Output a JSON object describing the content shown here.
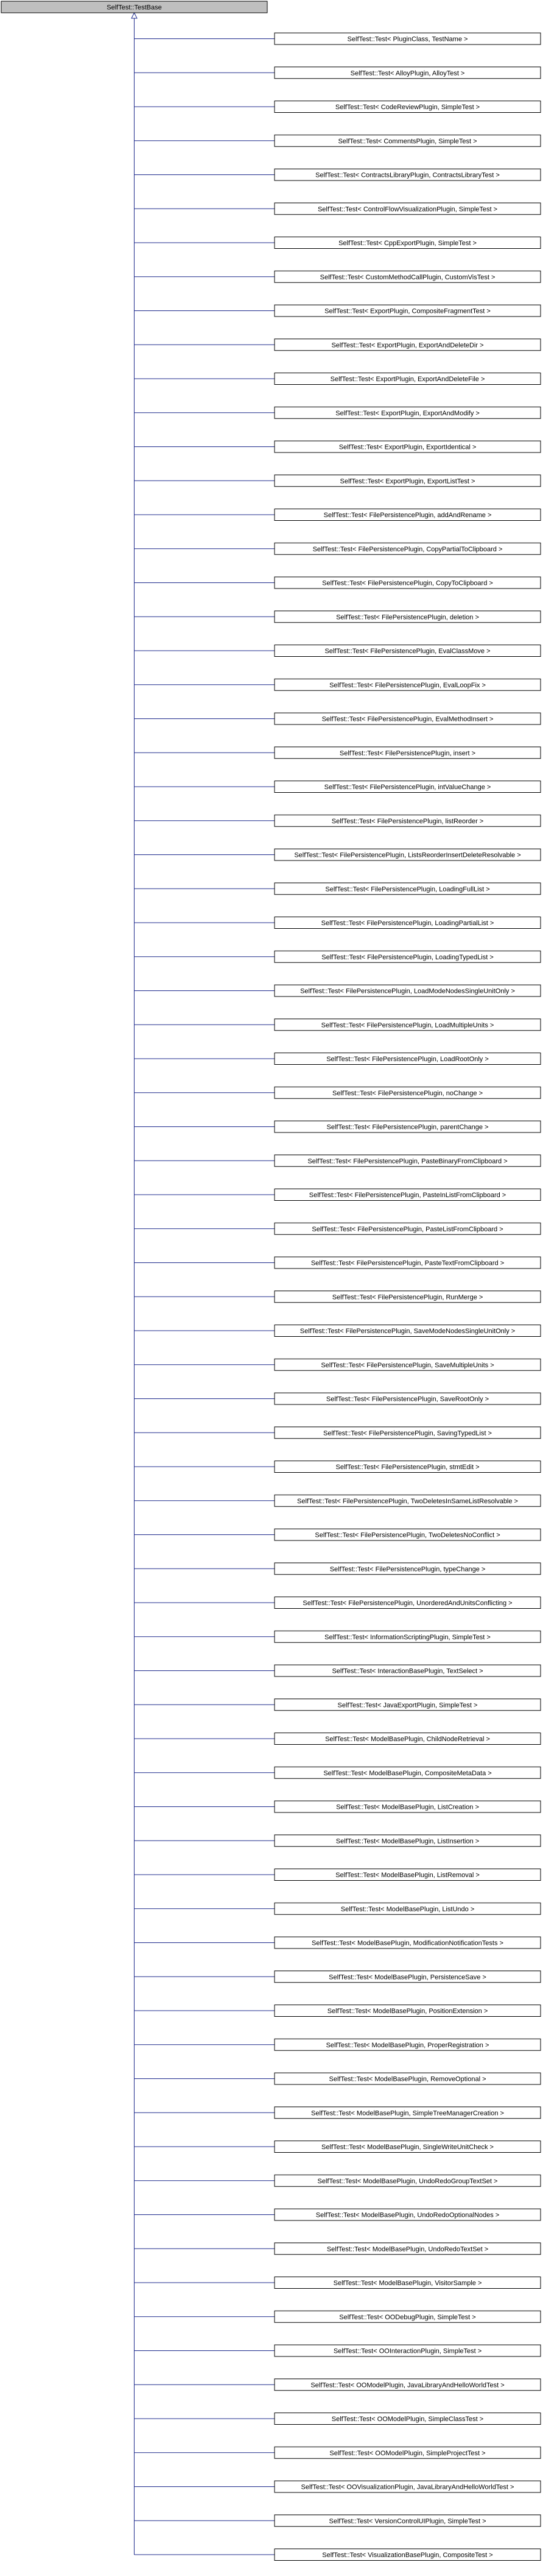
{
  "root": {
    "label": "SelfTest::TestBase"
  },
  "children": [
    "SelfTest::Test< PluginClass, TestName >",
    "SelfTest::Test< AlloyPlugin, AlloyTest >",
    "SelfTest::Test< CodeReviewPlugin, SimpleTest >",
    "SelfTest::Test< CommentsPlugin, SimpleTest >",
    "SelfTest::Test< ContractsLibraryPlugin, ContractsLibraryTest >",
    "SelfTest::Test< ControlFlowVisualizationPlugin, SimpleTest >",
    "SelfTest::Test< CppExportPlugin, SimpleTest >",
    "SelfTest::Test< CustomMethodCallPlugin, CustomVisTest >",
    "SelfTest::Test< ExportPlugin, CompositeFragmentTest >",
    "SelfTest::Test< ExportPlugin, ExportAndDeleteDir >",
    "SelfTest::Test< ExportPlugin, ExportAndDeleteFile >",
    "SelfTest::Test< ExportPlugin, ExportAndModify >",
    "SelfTest::Test< ExportPlugin, ExportIdentical >",
    "SelfTest::Test< ExportPlugin, ExportListTest >",
    "SelfTest::Test< FilePersistencePlugin, addAndRename >",
    "SelfTest::Test< FilePersistencePlugin, CopyPartialToClipboard >",
    "SelfTest::Test< FilePersistencePlugin, CopyToClipboard >",
    "SelfTest::Test< FilePersistencePlugin, deletion >",
    "SelfTest::Test< FilePersistencePlugin, EvalClassMove >",
    "SelfTest::Test< FilePersistencePlugin, EvalLoopFix >",
    "SelfTest::Test< FilePersistencePlugin, EvalMethodInsert >",
    "SelfTest::Test< FilePersistencePlugin, insert >",
    "SelfTest::Test< FilePersistencePlugin, intValueChange >",
    "SelfTest::Test< FilePersistencePlugin, listReorder >",
    "SelfTest::Test< FilePersistencePlugin, ListsReorderInsertDeleteResolvable >",
    "SelfTest::Test< FilePersistencePlugin, LoadingFullList >",
    "SelfTest::Test< FilePersistencePlugin, LoadingPartialList >",
    "SelfTest::Test< FilePersistencePlugin, LoadingTypedList >",
    "SelfTest::Test< FilePersistencePlugin, LoadModeNodesSingleUnitOnly >",
    "SelfTest::Test< FilePersistencePlugin, LoadMultipleUnits >",
    "SelfTest::Test< FilePersistencePlugin, LoadRootOnly >",
    "SelfTest::Test< FilePersistencePlugin, noChange >",
    "SelfTest::Test< FilePersistencePlugin, parentChange >",
    "SelfTest::Test< FilePersistencePlugin, PasteBinaryFromClipboard >",
    "SelfTest::Test< FilePersistencePlugin, PasteInListFromClipboard >",
    "SelfTest::Test< FilePersistencePlugin, PasteListFromClipboard >",
    "SelfTest::Test< FilePersistencePlugin, PasteTextFromClipboard >",
    "SelfTest::Test< FilePersistencePlugin, RunMerge >",
    "SelfTest::Test< FilePersistencePlugin, SaveModeNodesSingleUnitOnly >",
    "SelfTest::Test< FilePersistencePlugin, SaveMultipleUnits >",
    "SelfTest::Test< FilePersistencePlugin, SaveRootOnly >",
    "SelfTest::Test< FilePersistencePlugin, SavingTypedList >",
    "SelfTest::Test< FilePersistencePlugin, stmtEdit >",
    "SelfTest::Test< FilePersistencePlugin, TwoDeletesInSameListResolvable >",
    "SelfTest::Test< FilePersistencePlugin, TwoDeletesNoConflict >",
    "SelfTest::Test< FilePersistencePlugin, typeChange >",
    "SelfTest::Test< FilePersistencePlugin, UnorderedAndUnitsConflicting >",
    "SelfTest::Test< InformationScriptingPlugin, SimpleTest >",
    "SelfTest::Test< InteractionBasePlugin, TextSelect >",
    "SelfTest::Test< JavaExportPlugin, SimpleTest >",
    "SelfTest::Test< ModelBasePlugin, ChildNodeRetrieval >",
    "SelfTest::Test< ModelBasePlugin, CompositeMetaData >",
    "SelfTest::Test< ModelBasePlugin, ListCreation >",
    "SelfTest::Test< ModelBasePlugin, ListInsertion >",
    "SelfTest::Test< ModelBasePlugin, ListRemoval >",
    "SelfTest::Test< ModelBasePlugin, ListUndo >",
    "SelfTest::Test< ModelBasePlugin, ModificationNotificationTests >",
    "SelfTest::Test< ModelBasePlugin, PersistenceSave >",
    "SelfTest::Test< ModelBasePlugin, PositionExtension >",
    "SelfTest::Test< ModelBasePlugin, ProperRegistration >",
    "SelfTest::Test< ModelBasePlugin, RemoveOptional >",
    "SelfTest::Test< ModelBasePlugin, SimpleTreeManagerCreation >",
    "SelfTest::Test< ModelBasePlugin, SingleWriteUnitCheck >",
    "SelfTest::Test< ModelBasePlugin, UndoRedoGroupTextSet >",
    "SelfTest::Test< ModelBasePlugin, UndoRedoOptionalNodes >",
    "SelfTest::Test< ModelBasePlugin, UndoRedoTextSet >",
    "SelfTest::Test< ModelBasePlugin, VisitorSample >",
    "SelfTest::Test< OODebugPlugin, SimpleTest >",
    "SelfTest::Test< OOInteractionPlugin, SimpleTest >",
    "SelfTest::Test< OOModelPlugin, JavaLibraryAndHelloWorldTest >",
    "SelfTest::Test< OOModelPlugin, SimpleClassTest >",
    "SelfTest::Test< OOModelPlugin, SimpleProjectTest >",
    "SelfTest::Test< OOVisualizationPlugin, JavaLibraryAndHelloWorldTest >",
    "SelfTest::Test< VersionControlUIPlugin, SimpleTest >",
    "SelfTest::Test< VisualizationBasePlugin, CompositeTest >"
  ],
  "colors": {
    "edge": "#1e2a8c",
    "root_fill": "#bfbfbf",
    "box_fill": "#ffffff",
    "border": "#000000"
  }
}
